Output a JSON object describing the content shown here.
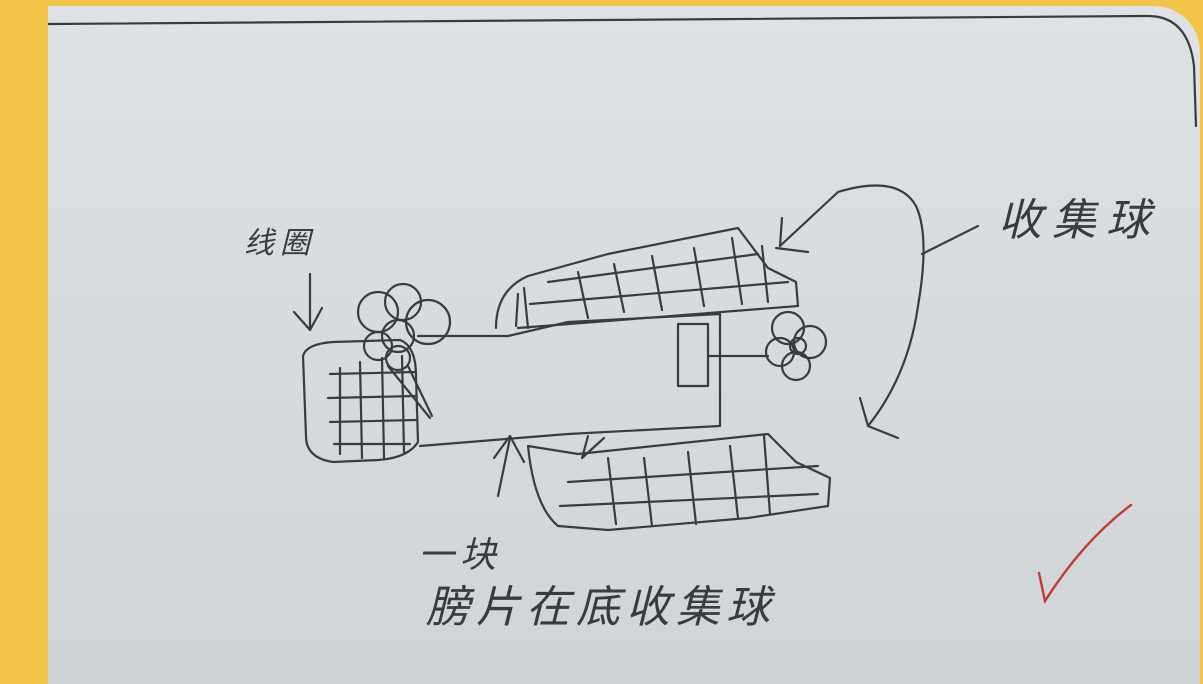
{
  "labels": {
    "coil": "线圈",
    "collector_ball": "收集球",
    "bottom_line1": "一块",
    "bottom_line2": "膀片在底收集球"
  },
  "colors": {
    "background": "#f2c54a",
    "paper": "#dadddf",
    "pencil": "#3a3b3d",
    "check": "#c23a36"
  },
  "icons": [
    "down-arrow-icon",
    "check-mark-icon"
  ]
}
